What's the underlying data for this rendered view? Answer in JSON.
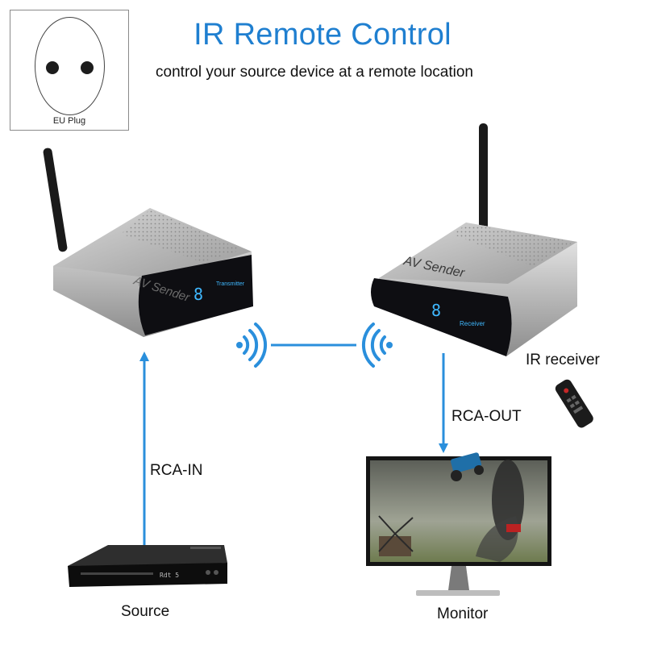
{
  "title": "IR Remote Control",
  "subtitle": "control your source device at a remote location",
  "plug": {
    "label": "EU Plug"
  },
  "transmitter": {
    "brand": "AV Sender",
    "display_digit": "8",
    "tag": "Transmitter"
  },
  "receiver": {
    "brand": "AV Sender",
    "display_digit": "8",
    "tag": "Receiver"
  },
  "labels": {
    "rca_in": "RCA-IN",
    "rca_out": "RCA-OUT",
    "ir_receiver": "IR receiver",
    "source": "Source",
    "monitor": "Monitor"
  },
  "source_display": "Rdt 5",
  "colors": {
    "accent": "#1f7fd0",
    "arrow": "#2a8fdc",
    "display": "#3fb8ff"
  }
}
